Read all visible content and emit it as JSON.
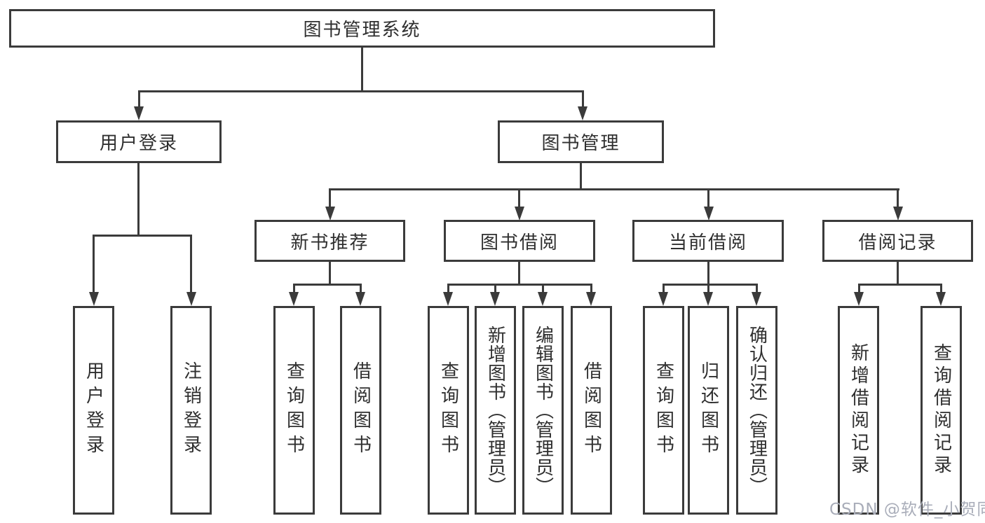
{
  "diagram_type": "hierarchy-tree",
  "colors": {
    "line": "#3b3b3b",
    "box_border": "#3b3b3b",
    "box_background": "#ffffff",
    "text": "#2f2f2f",
    "page_background": "#ffffff",
    "watermark": "#a9adb9"
  },
  "watermark": {
    "text": "CSDN @软件_小贺同学"
  },
  "tree": {
    "label": "图书管理系统",
    "children": [
      {
        "label": "用户登录",
        "children": [
          {
            "label": "用户登录"
          },
          {
            "label": "注销登录"
          }
        ]
      },
      {
        "label": "图书管理",
        "children": [
          {
            "label": "新书推荐",
            "children": [
              {
                "label": "查询图书"
              },
              {
                "label": "借阅图书"
              }
            ]
          },
          {
            "label": "图书借阅",
            "children": [
              {
                "label": "查询图书"
              },
              {
                "label": "新增图书（管理员）"
              },
              {
                "label": "编辑图书（管理员）"
              },
              {
                "label": "借阅图书"
              }
            ]
          },
          {
            "label": "当前借阅",
            "children": [
              {
                "label": "查询图书"
              },
              {
                "label": "归还图书"
              },
              {
                "label": "确认归还（管理员）"
              }
            ]
          },
          {
            "label": "借阅记录",
            "children": [
              {
                "label": "新增借阅记录"
              },
              {
                "label": "查询借阅记录"
              }
            ]
          }
        ]
      }
    ]
  }
}
